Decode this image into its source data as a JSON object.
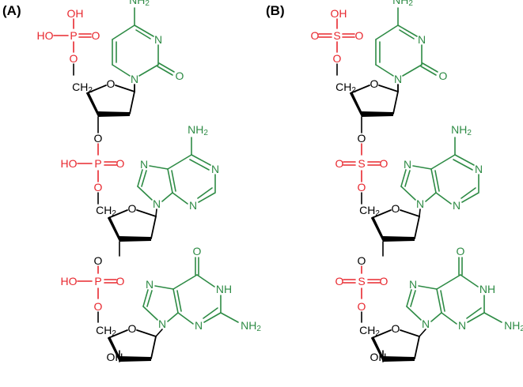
{
  "panels": [
    {
      "label": "(A)"
    },
    {
      "label": "(B)"
    }
  ],
  "text": {
    "oh": "OH",
    "ho": "HO",
    "o": "O",
    "p": "P",
    "s": "S",
    "n": "N",
    "nh": "NH",
    "ch": "CH",
    "nh_base": "NH",
    "sub2": "2"
  },
  "colors": {
    "backbone": "#e8282f",
    "base": "#2e8b45",
    "sugar": "#000000"
  }
}
